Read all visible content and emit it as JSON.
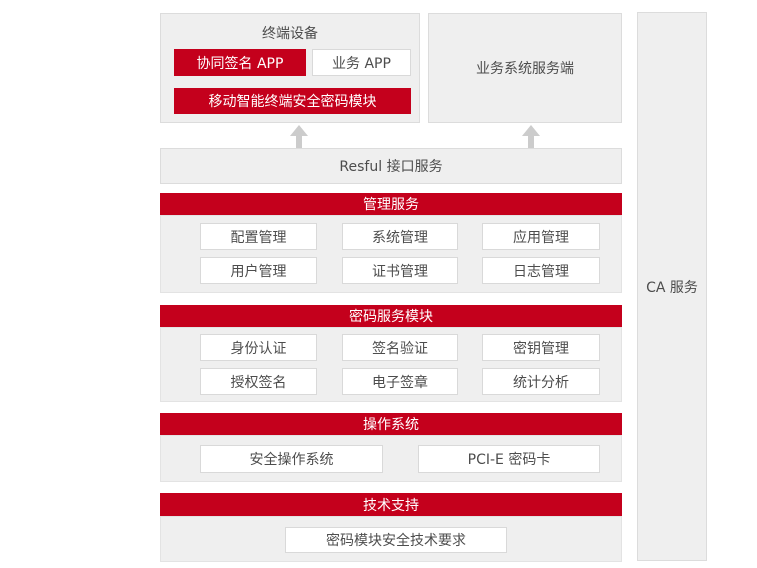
{
  "diagram": {
    "terminal": {
      "title": "终端设备",
      "app_signature": "协同签名 APP",
      "app_business": "业务 APP",
      "security_module": "移动智能终端安全密码模块"
    },
    "business_server": "业务系统服务端",
    "ca_service": "CA 服务",
    "interface_bar": "Resful 接口服务",
    "sections": [
      {
        "title": "管理服务",
        "items": [
          "配置管理",
          "系统管理",
          "应用管理",
          "用户管理",
          "证书管理",
          "日志管理"
        ]
      },
      {
        "title": "密码服务模块",
        "items": [
          "身份认证",
          "签名验证",
          "密钥管理",
          "授权签名",
          "电子签章",
          "统计分析"
        ]
      },
      {
        "title": "操作系统",
        "items": [
          "安全操作系统",
          "PCI-E 密码卡"
        ]
      },
      {
        "title": "技术支持",
        "items": [
          "密码模块安全技术要求"
        ]
      }
    ]
  },
  "colors": {
    "accent_red": "#c4001c",
    "panel_gray": "#efefef",
    "border_gray": "#dcdcdc",
    "arrow_gray": "#cccccc",
    "text_gray": "#4d4d4d",
    "text_on_red": "#ffffff"
  }
}
